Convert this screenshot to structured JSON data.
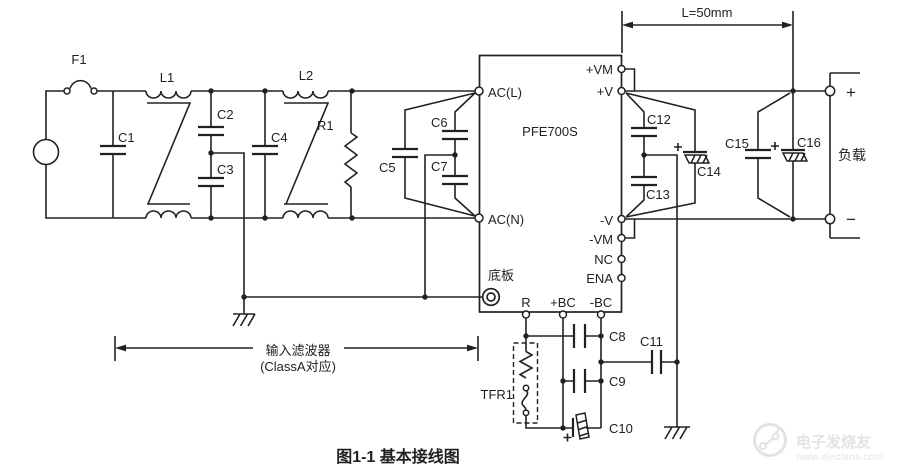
{
  "components": {
    "f1": "F1",
    "l1": "L1",
    "l2": "L2",
    "r1": "R1",
    "tfr1": "TFR1",
    "c1": "C1",
    "c2": "C2",
    "c3": "C3",
    "c4": "C4",
    "c5": "C5",
    "c6": "C6",
    "c7": "C7",
    "c8": "C8",
    "c9": "C9",
    "c10": "C10",
    "c11": "C11",
    "c12": "C12",
    "c13": "C13",
    "c14": "C14",
    "c15": "C15",
    "c16": "C16"
  },
  "module": {
    "name": "PFE700S",
    "baseplate_label": "底板",
    "pins": {
      "ac_l": "AC(L)",
      "ac_n": "AC(N)",
      "vm_plus": "+VM",
      "v_plus": "+V",
      "v_minus": "-V",
      "vm_minus": "-VM",
      "nc": "NC",
      "ena": "ENA",
      "r": "R",
      "bc_plus": "+BC",
      "bc_minus": "-BC"
    }
  },
  "load": {
    "label": "负载",
    "plus": "+",
    "minus": "−"
  },
  "annotations": {
    "pin_length": "L=50mm",
    "input_filter": "输入滤波器",
    "input_filter_class": "(ClassA对应)"
  },
  "caption": "图1-1 基本接线图",
  "watermark": {
    "site_name": "电子发烧友",
    "site_url": "www.elecfans.com"
  },
  "colors": {
    "line": "#232021",
    "background": "#ffffff",
    "watermark": "#e3e3e3"
  }
}
